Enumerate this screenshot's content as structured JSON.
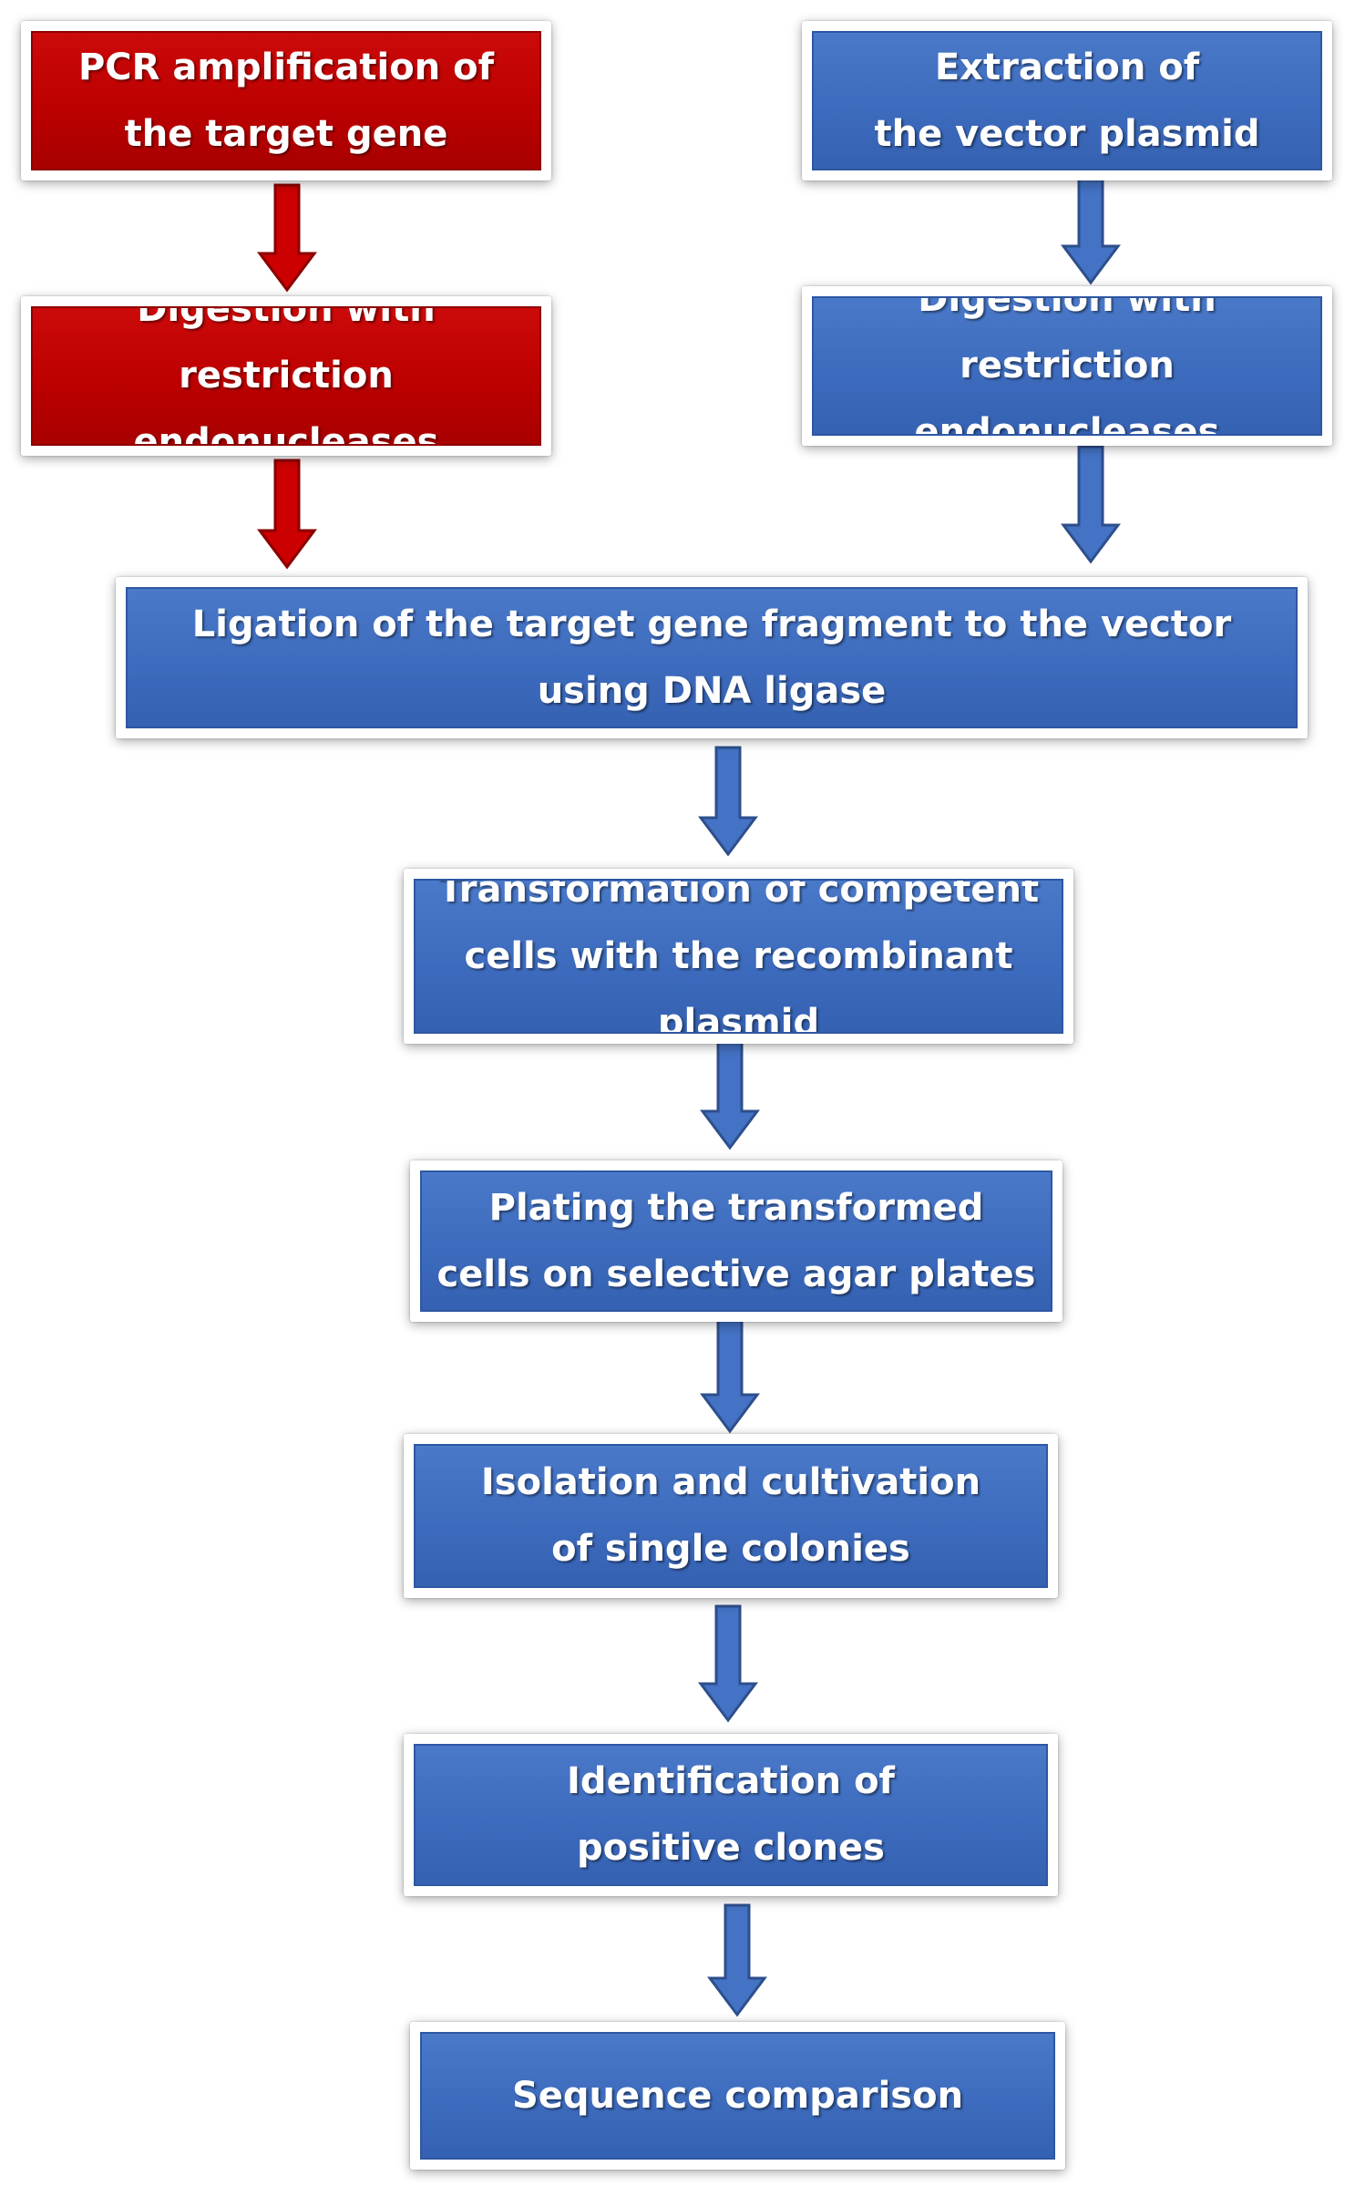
{
  "colors": {
    "red_fill": "#bc0000",
    "blue_fill": "#3d6bbd",
    "red_arrow_outline": "#8a0000",
    "blue_arrow_outline": "#2d4f8c"
  },
  "steps": {
    "pcr": "PCR amplification of\nthe target gene",
    "extraction": "Extraction of\nthe vector plasmid",
    "digest_gene": "Digestion with\nrestriction endonucleases",
    "digest_vector": "Digestion with\nrestriction endonucleases",
    "ligation": "Ligation of the target gene fragment to the vector\nusing DNA ligase",
    "transformation": "Transformation of competent\ncells with the recombinant plasmid",
    "plating": "Plating the transformed\ncells on selective agar plates",
    "isolation": "Isolation and cultivation\nof single colonies",
    "identification": "Identification of\npositive clones",
    "sequence": "Sequence comparison"
  }
}
